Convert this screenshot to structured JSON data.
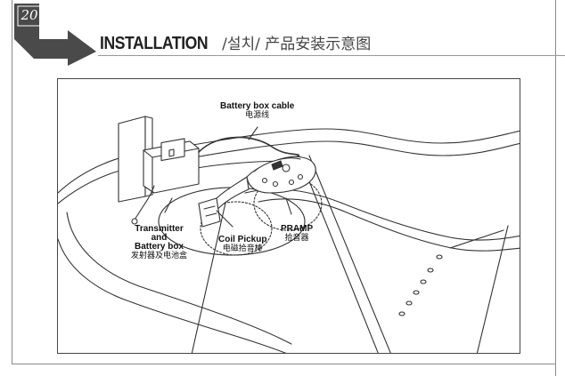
{
  "page": {
    "number": "20",
    "title_en": "INSTALLATION",
    "title_rest": " /설치/ 产品安装示意图"
  },
  "figure": {
    "labels": {
      "battery_cable": {
        "en": "Battery box cable",
        "zh": "电源线"
      },
      "transmitter": {
        "en_line1": "Transmitter",
        "en_line2": "and",
        "en_line3": "Battery box",
        "zh": "发射器及电池盒"
      },
      "coil_pickup": {
        "en": "Coil Pickup",
        "zh": "电磁拾音棒"
      },
      "pramp": {
        "en": "PRAMP",
        "zh": "拾音器"
      }
    }
  },
  "colors": {
    "tab": "#4a4a4a",
    "line": "#333333",
    "frame": "#8a8a8a"
  }
}
